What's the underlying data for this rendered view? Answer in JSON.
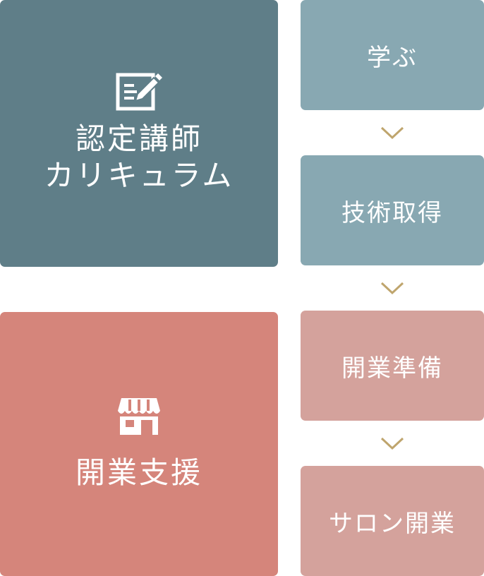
{
  "colors": {
    "curriculum_bg": "#5f7e88",
    "curriculum_step_bg": "#88a8b2",
    "support_bg": "#d5857b",
    "support_step_bg": "#d4a29c",
    "arrow": "#bfa56d",
    "text": "#ffffff"
  },
  "curriculum": {
    "icon": "edit-note-icon",
    "title": "認定講師\nカリキュラム"
  },
  "support": {
    "icon": "storefront-icon",
    "title": "開業支援"
  },
  "steps": [
    {
      "label": "学ぶ"
    },
    {
      "label": "技術取得"
    },
    {
      "label": "開業準備"
    },
    {
      "label": "サロン開業"
    }
  ],
  "arrow_icon": "chevron-down-icon"
}
